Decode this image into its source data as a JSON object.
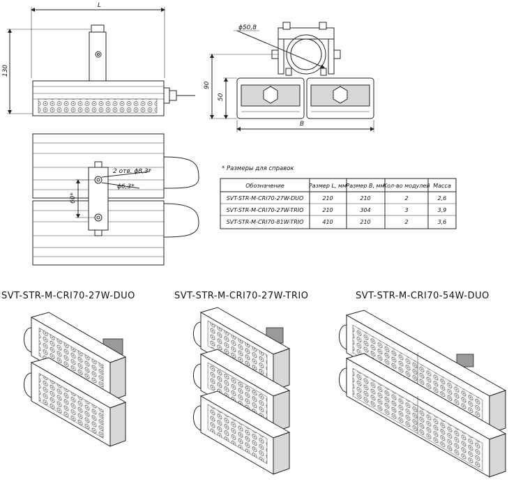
{
  "dimensions": {
    "length": "L",
    "width": "B",
    "height_total": "130",
    "height_side": "90",
    "height_module": "50",
    "pipe_diameter": "ϕ50,8",
    "holes_large": "2 отв. ϕ8,3*",
    "hole_small": "ϕ6,3*",
    "hole_spacing": "60*"
  },
  "note": "* Размеры для справок",
  "table": {
    "headers": [
      "Обозначение",
      "Размер L, мм",
      "Размер B, мм",
      "Кол-во модулей",
      "Масса"
    ],
    "rows": [
      [
        "SVT-STR-M-CRI70-27W-DUO",
        "210",
        "210",
        "2",
        "2,6"
      ],
      [
        "SVT-STR-M-CRI70-27W-TRIO",
        "210",
        "304",
        "3",
        "3,9"
      ],
      [
        "SVT-STR-M-CRI70-81W-TRIO",
        "410",
        "210",
        "2",
        "3,6"
      ]
    ]
  },
  "products": [
    {
      "name": "SVT-STR-M-CRI70-27W-DUO"
    },
    {
      "name": "SVT-STR-M-CRI70-27W-TRIO"
    },
    {
      "name": "SVT-STR-M-CRI70-54W-DUO"
    }
  ]
}
